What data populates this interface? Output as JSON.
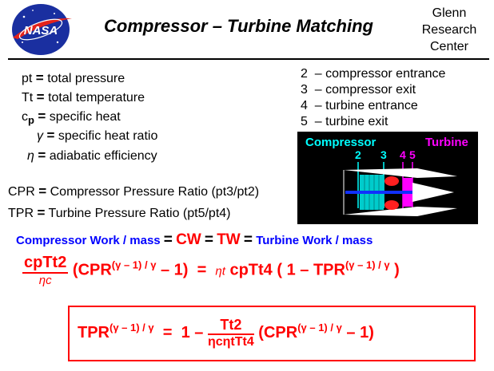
{
  "header": {
    "logo_text": "NASA",
    "title": "Compressor – Turbine  Matching",
    "center_lines": [
      "Glenn",
      "Research",
      "Center"
    ]
  },
  "definitions": [
    {
      "symbol": "pt",
      "text": "total  pressure"
    },
    {
      "symbol": "Tt",
      "text": "total  temperature"
    },
    {
      "symbol": "cp",
      "text": "specific  heat"
    },
    {
      "symbol": "γ",
      "text": "specific  heat ratio"
    },
    {
      "symbol": "η",
      "text": "adiabatic  efficiency"
    }
  ],
  "equals_sign": "=",
  "stations": [
    {
      "num": "2",
      "text": "– compressor entrance"
    },
    {
      "num": "3",
      "text": "– compressor exit"
    },
    {
      "num": "4",
      "text": "– turbine entrance"
    },
    {
      "num": "5",
      "text": "– turbine exit"
    }
  ],
  "engine": {
    "compressor_label": "Compressor",
    "turbine_label": "Turbine",
    "station_labels": [
      "2",
      "3",
      "4",
      "5"
    ],
    "compressor_color": "#00ffff",
    "turbine_color": "#ff00ff"
  },
  "ratios": [
    {
      "abbr": "CPR",
      "text": "Compressor Pressure Ratio (pt3/pt2)"
    },
    {
      "abbr": "TPR",
      "text": "Turbine  Pressure Ratio (pt5/pt4)"
    }
  ],
  "work": {
    "left": "Compressor  Work / mass",
    "cw": "CW",
    "tw": "TW",
    "right": "Turbine  Work / mass"
  },
  "equation1": {
    "numerator": "cpTt2",
    "denominator": "ηc",
    "cpr_term": "(CPR",
    "exponent": "(γ – 1) / γ",
    "minus_one": "– 1)",
    "equals": "=",
    "eta_t": "ηt",
    "rhs": "cpTt4",
    "tpr_term": "( 1 – TPR",
    "close": ")"
  },
  "equation2": {
    "tpr": "TPR",
    "exponent": "(γ – 1) / γ",
    "equals": "=",
    "one_minus": "1 –",
    "numerator": "Tt2",
    "denominator": "ηcηtTt4",
    "cpr_term": "(CPR",
    "minus_one": "– 1)"
  },
  "colors": {
    "blue": "#0000ff",
    "red": "#ff0000"
  }
}
